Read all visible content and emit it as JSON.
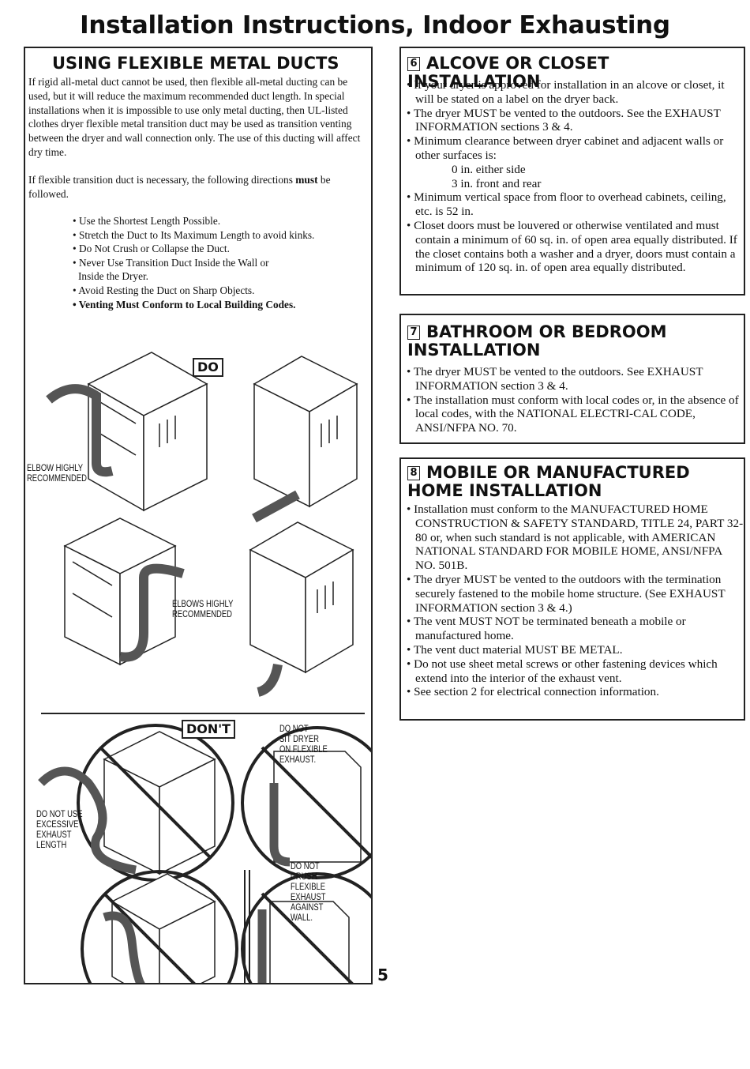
{
  "page_title": "Installation Instructions, Indoor Exhausting",
  "flex": {
    "heading": "USING FLEXIBLE METAL DUCTS",
    "para1": "If rigid all-metal duct cannot be used, then flexible all-metal ducting can be used, but it will reduce the maximum recommended duct length. In special installations when it is impossible to use only metal ducting, then UL-listed clothes dryer flexible metal transition duct may be used as transition venting between the dryer and wall connection only. The use of this ducting will affect dry time.",
    "para2_start": "If flexible transition duct is necessary, the following directions ",
    "para2_bold": "must",
    "para2_end": " be followed.",
    "list": [
      "• Use the Shortest Length Possible.",
      "• Stretch the Duct to Its Maximum Length to avoid kinks.",
      "• Do Not Crush or Collapse the Duct.",
      "• Never Use Transition Duct Inside the Wall or",
      "   Inside the Dryer.",
      "• Avoid Resting the Duct on Sharp Objects."
    ],
    "list_bold": "• Venting Must Conform to Local Building Codes.",
    "do_label": "DO",
    "dont_label": "DON'T",
    "cap_elbow": [
      "ELBOW HIGHLY",
      "RECOMMENDED"
    ],
    "cap_elbows": [
      "ELBOWS HIGHLY",
      "RECOMMENDED"
    ],
    "cap_sit": [
      "DO NOT",
      "SIT DRYER",
      "ON FLEXIBLE",
      "EXHAUST."
    ],
    "cap_excess": [
      "DO NOT USE",
      "EXCESSIVE",
      "EXHAUST",
      "LENGTH"
    ],
    "cap_crush": [
      "DO NOT",
      "CRUSH",
      "FLEXIBLE",
      "EXHAUST",
      "AGAINST",
      "WALL."
    ]
  },
  "s6": {
    "num": "6",
    "heading": "ALCOVE OR CLOSET INSTALLATION",
    "items": [
      "• If your dryer is approved for installation in an alcove or closet, it will be stated on a label on the dryer back.",
      "• The dryer MUST be vented to the outdoors. See the EXHAUST INFORMATION sections 3 & 4.",
      "• Minimum clearance between dryer cabinet and adjacent walls or other surfaces is:",
      "0 in. either side",
      "3 in. front and rear",
      "• Minimum vertical space from floor to overhead cabinets, ceiling, etc. is 52 in.",
      "• Closet doors must be louvered or otherwise ventilated and must contain a minimum of 60 sq. in. of open area equally distributed. If the closet contains both a washer and a dryer, doors must contain a minimum of 120 sq. in. of open area equally distributed."
    ]
  },
  "s7": {
    "num": "7",
    "heading": "BATHROOM OR BEDROOM INSTALLATION",
    "items": [
      "• The dryer MUST be vented to the outdoors. See EXHAUST INFORMATION section 3 & 4.",
      "• The installation must conform with local codes or, in the absence of local codes, with the NATIONAL ELECTRI-CAL CODE, ANSI/NFPA NO. 70."
    ]
  },
  "s8": {
    "num": "8",
    "heading": "MOBILE OR MANUFACTURED HOME INSTALLATION",
    "items": [
      "• Installation must conform to the MANUFACTURED HOME CONSTRUCTION & SAFETY STANDARD, TITLE 24, PART 32-80 or, when such standard is not applicable, with AMERICAN NATIONAL STANDARD FOR MOBILE HOME, ANSI/NFPA NO. 501B.",
      "• The dryer MUST be vented to the outdoors with the termination securely fastened to the mobile home structure. (See EXHAUST INFORMATION section 3 & 4.)",
      "• The vent MUST NOT be terminated beneath a mobile or manufactured home.",
      "• The vent duct material MUST BE METAL.",
      "• Do not use sheet metal screws or other fastening devices which extend into the interior of the exhaust vent.",
      "• See section 2 for electrical connection information."
    ]
  },
  "page_number": "5"
}
